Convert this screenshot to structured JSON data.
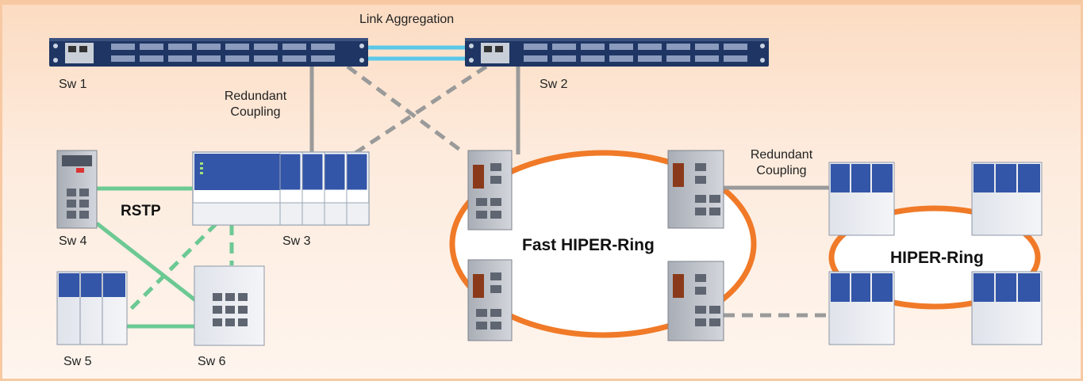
{
  "labels": {
    "link_aggregation": "Link Aggregation",
    "sw1": "Sw 1",
    "sw2": "Sw 2",
    "sw3": "Sw 3",
    "sw4": "Sw 4",
    "sw5": "Sw 5",
    "sw6": "Sw 6",
    "redundant_coupling_1": [
      "Redundant",
      "Coupling"
    ],
    "redundant_coupling_2": [
      "Redundant",
      "Coupling"
    ],
    "rstp": "RSTP",
    "fast_hiper_ring": "Fast HIPER-Ring",
    "hiper_ring": "HIPER-Ring"
  },
  "colors": {
    "background_top": "#fcdcc2",
    "background_bottom": "#fef5ee",
    "ring": "#f07a28",
    "link_aggregation": "#5bc8e8",
    "rstp_link": "#6cc993",
    "coupling_link": "#9a9a9a",
    "rack_switch": "#1f3563"
  }
}
